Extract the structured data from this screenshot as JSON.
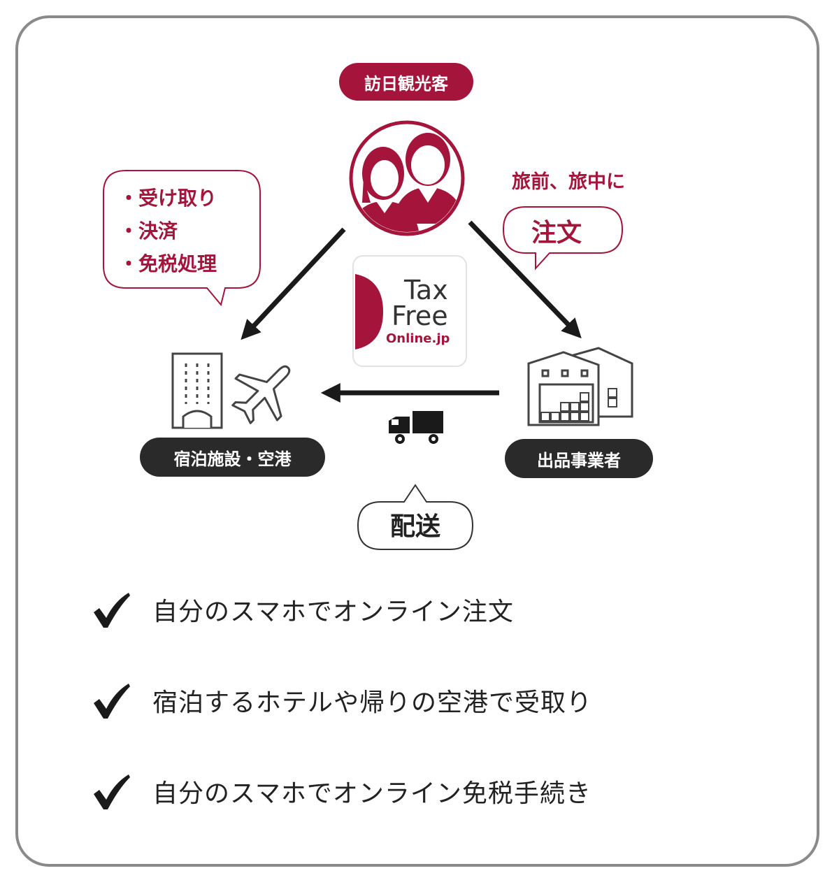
{
  "tourists_label": "訪日観光客",
  "tourist_bubble": {
    "items": [
      "・受け取り",
      "・決済",
      "・免税処理"
    ]
  },
  "order_bubble": {
    "caption": "旅前、旅中に",
    "label": "注文"
  },
  "logo": {
    "line1": "Tax",
    "line2": "Free",
    "line3": "Online.jp"
  },
  "hotel_airport_label": "宿泊施設・空港",
  "seller_label": "出品事業者",
  "delivery_label": "配送",
  "features": [
    "自分のスマホでオンライン注文",
    "宿泊するホテルや帰りの空港で受取り",
    "自分のスマホでオンライン免税手続き"
  ],
  "colors": {
    "accent": "#a4143b",
    "dark": "#2a2a2a",
    "border": "#8a8a8a"
  },
  "icons": {
    "tourists": "people-icon",
    "hotel": "building-icon",
    "airport": "airplane-icon",
    "seller": "warehouse-icon",
    "delivery": "truck-icon",
    "check": "check-icon"
  }
}
